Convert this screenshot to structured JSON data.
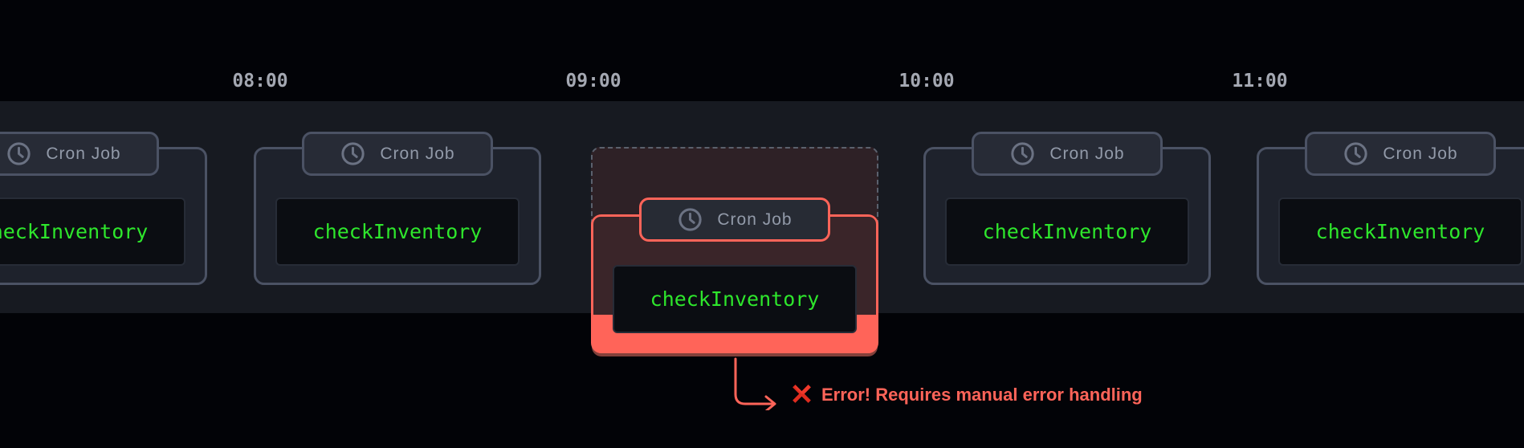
{
  "diagram": {
    "time_labels": [
      "08:00",
      "09:00",
      "10:00",
      "11:00"
    ],
    "cards": [
      {
        "label": "Cron Job",
        "task": "checkInventory",
        "status": "normal"
      },
      {
        "label": "Cron Job",
        "task": "checkInventory",
        "status": "normal"
      },
      {
        "label": "Cron Job",
        "task": "checkInventory",
        "status": "error"
      },
      {
        "label": "Cron Job",
        "task": "checkInventory",
        "status": "normal"
      },
      {
        "label": "Cron Job",
        "task": "checkInventory",
        "status": "normal"
      }
    ],
    "error_annotation": {
      "icon": "x-mark-icon",
      "message": "Error! Requires manual error handling"
    }
  },
  "colors": {
    "band": "#171a21",
    "card_border": "#4b5264",
    "task_green": "#2ee62c",
    "error_accent": "#ff6459",
    "x_red": "#df2c1f",
    "label_gray": "#929aa9"
  }
}
